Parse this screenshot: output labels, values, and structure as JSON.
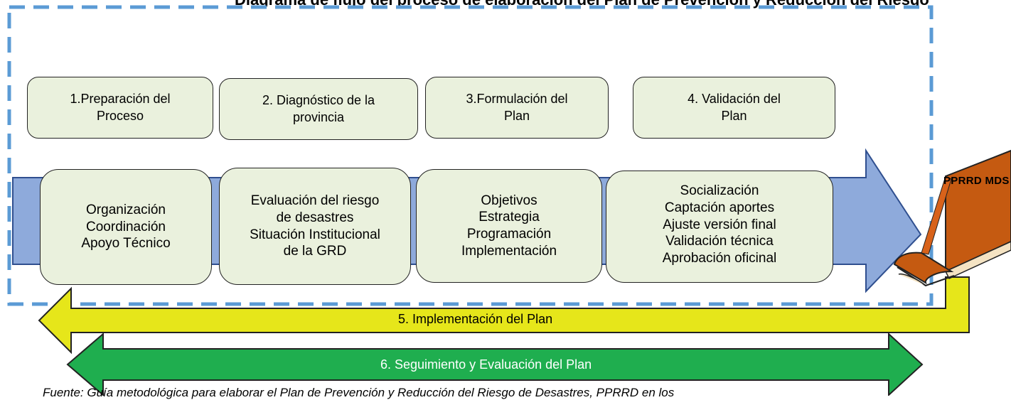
{
  "title": "Diagrama de flujo del proceso de elaboración del Plan de Prevención y Reducción del Riesgo",
  "phases": [
    {
      "label": "1.Preparación del\nProceso"
    },
    {
      "label": "2.  Diagnóstico de la\nprovincia"
    },
    {
      "label": "3.Formulación del\nPlan"
    },
    {
      "label": "4. Validación del\nPlan"
    }
  ],
  "activities": [
    {
      "lines": "Organización\nCoordinación\nApoyo Técnico"
    },
    {
      "lines": "Evaluación del riesgo\nde desastres\nSituación Institucional\nde la GRD"
    },
    {
      "lines": "Objetivos\nEstrategia\nProgramación\nImplementación"
    },
    {
      "lines": "Socialización\nCaptación aportes\nAjuste versión final\nValidación técnica\nAprobación oficinal"
    }
  ],
  "implementation_label": "5. Implementación del Plan",
  "monitoring_label": "6. Seguimiento y Evaluación del Plan",
  "book_label": "PPRRD MDS",
  "source_text": "Fuente: Guía metodológica para elaborar el Plan de Prevención y Reducción del Riesgo de Desastres, PPRRD en los",
  "colors": {
    "main_arrow": "#8eaadb",
    "implementation_arrow": "#e6e61a",
    "monitoring_arrow": "#1fae4f",
    "boxes": "#eaf1dd",
    "dashed_border": "#5b9bd5",
    "book": "#c55a11"
  }
}
